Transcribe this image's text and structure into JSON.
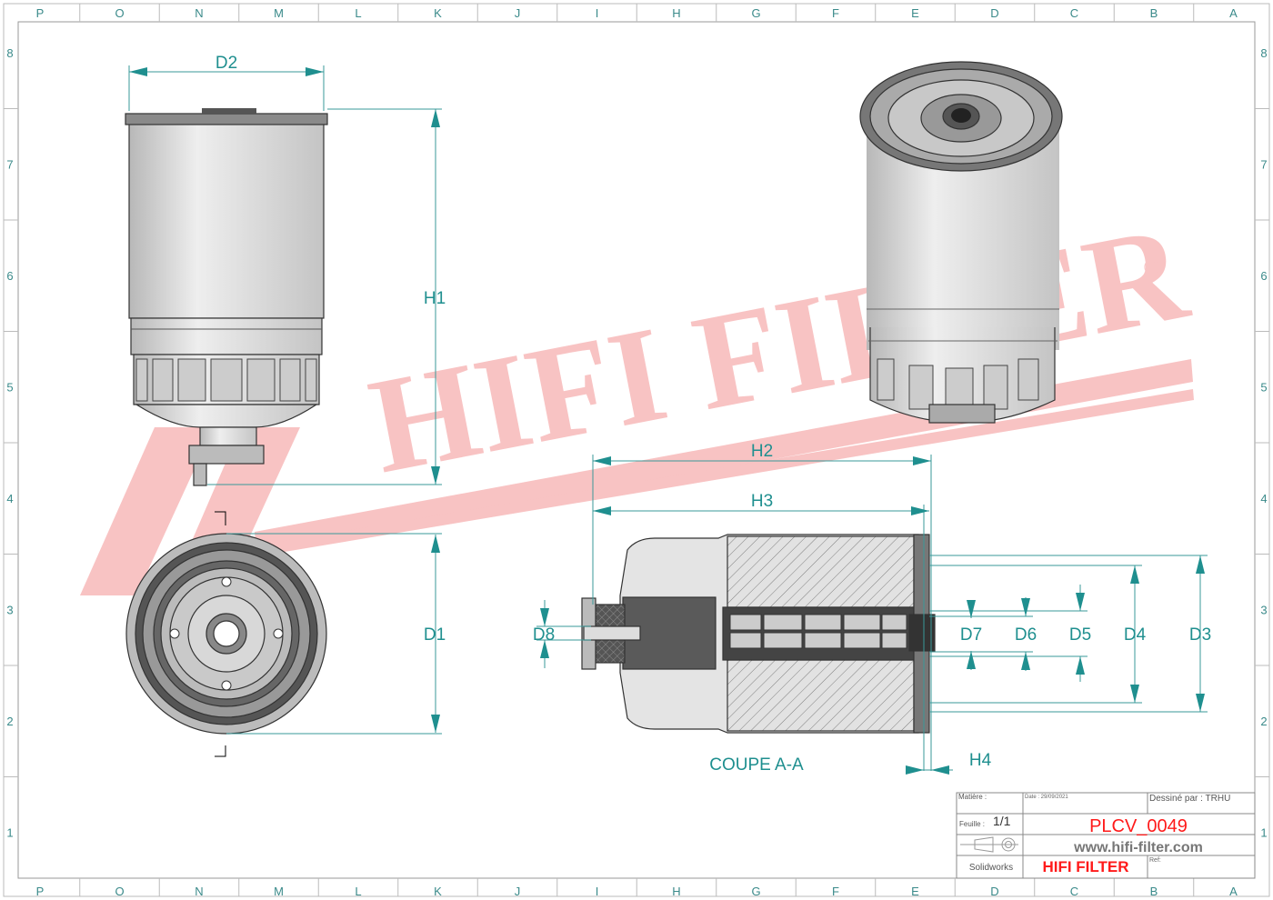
{
  "frame": {
    "columns": [
      "P",
      "O",
      "N",
      "M",
      "L",
      "K",
      "J",
      "I",
      "H",
      "G",
      "F",
      "E",
      "D",
      "C",
      "B",
      "A"
    ],
    "rows": [
      "8",
      "7",
      "6",
      "5",
      "4",
      "3",
      "2",
      "1"
    ]
  },
  "watermark": {
    "text": "HIFI FILTER",
    "registered": "®",
    "color": "#f7b9b9"
  },
  "dimensions": {
    "d2": "D2",
    "h1": "H1",
    "d1": "D1",
    "h2": "H2",
    "h3": "H3",
    "d8": "D8",
    "d7": "D7",
    "d6": "D6",
    "d5": "D5",
    "d4": "D4",
    "d3": "D3",
    "h4": "H4"
  },
  "section_label": "COUPE A-A",
  "title_block": {
    "matiere": "Matière :",
    "date": "Date : 29/09/2021",
    "dessine_par": "Dessiné par : TRHU",
    "feuille_label": "Feuille :",
    "feuille_value": "1/1",
    "reference": "PLCV_0049",
    "website": "www.hifi-filter.com",
    "software": "Solidworks",
    "brand": "HIFI FILTER",
    "ref_label": "Ref:"
  },
  "colors": {
    "dimension": "#1f8f8f",
    "brand_red": "#ff1a1a",
    "frame": "#3a8a8a"
  }
}
